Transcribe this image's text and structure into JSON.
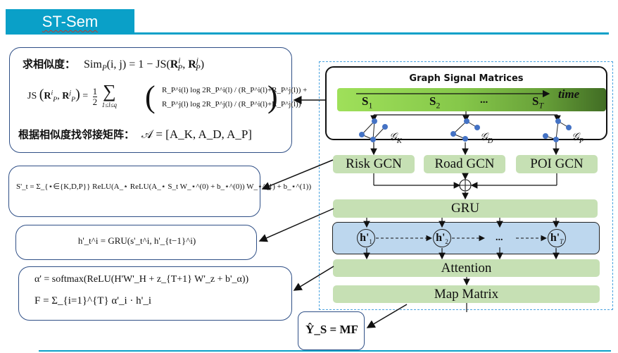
{
  "slide": {
    "title": "ST-Sem",
    "accent_color": "#0aa0c8"
  },
  "similarity_box": {
    "label_similarity": "求相似度：",
    "sim_formula": "Sim_P(i, j) = 1 − JS(R_P^i, R_P^j)",
    "sim_lhs": "Sim",
    "sim_sub": "P",
    "sim_rhs": "(i, j) = 1 − JS(",
    "js_lhs": "JS",
    "js_half": "1/2",
    "js_sum_range": "1≤l≤q",
    "js_term1": "R_P^i(l) log 2R_P^i(l) / (R_P^i(l)+R_P^j(l)) +",
    "js_term2": "R_P^j(l) log 2R_P^j(l) / (R_P^i(l)+R_P^j(l))",
    "label_adjacency": "根据相似度找邻接矩阵：",
    "adjacency_formula": "𝒜 = [A_K, A_D, A_P]"
  },
  "gcn_box": {
    "formula": "S'_t = Σ_{⋆∈{K,D,P}} ReLU(A_⋆ ReLU(A_⋆ S_t W_⋆^(0) + b_⋆^(0)) W_⋆^(1) + b_⋆^(1))",
    "sum_range": "⋆∈{K,D,P}"
  },
  "gru_box": {
    "formula": "h'_t^i = GRU(s'_t^i, h'_{t−1}^i)"
  },
  "attention_box": {
    "formula1": "α' = softmax(ReLU(H'W'_H + z_{T+1} W'_z + b'_α))",
    "formula2": "F = Σ_{i=1}^{T} α'_i · h'_i"
  },
  "output_box": {
    "formula": "Ŷ_S = MF"
  },
  "diagram": {
    "gsm_title": "Graph Signal Matrices",
    "time_label": "time",
    "signals": [
      "S",
      "S",
      "...",
      "S"
    ],
    "signal_subs": [
      "1",
      "2",
      "",
      "T"
    ],
    "graphs": [
      {
        "symbol": "𝒢",
        "sub": "K"
      },
      {
        "symbol": "𝒢",
        "sub": "D"
      },
      {
        "symbol": "𝒢",
        "sub": "P"
      }
    ],
    "gcn_blocks": [
      "Risk GCN",
      "Road GCN",
      "POI GCN"
    ],
    "gru_label": "GRU",
    "hidden_states": [
      {
        "symbol": "h'",
        "sub": "1"
      },
      {
        "symbol": "h'",
        "sub": "2"
      },
      {
        "symbol": "...",
        "sub": ""
      },
      {
        "symbol": "h'",
        "sub": "T"
      }
    ],
    "attention_label": "Attention",
    "map_matrix_label": "Map Matrix",
    "colors": {
      "block_green": "#c6e0b4",
      "hidden_band_blue": "#bdd7ee",
      "node_blue": "#4472c4",
      "frame_dash": "#4aa3df",
      "box_border": "#2f4f86"
    }
  }
}
